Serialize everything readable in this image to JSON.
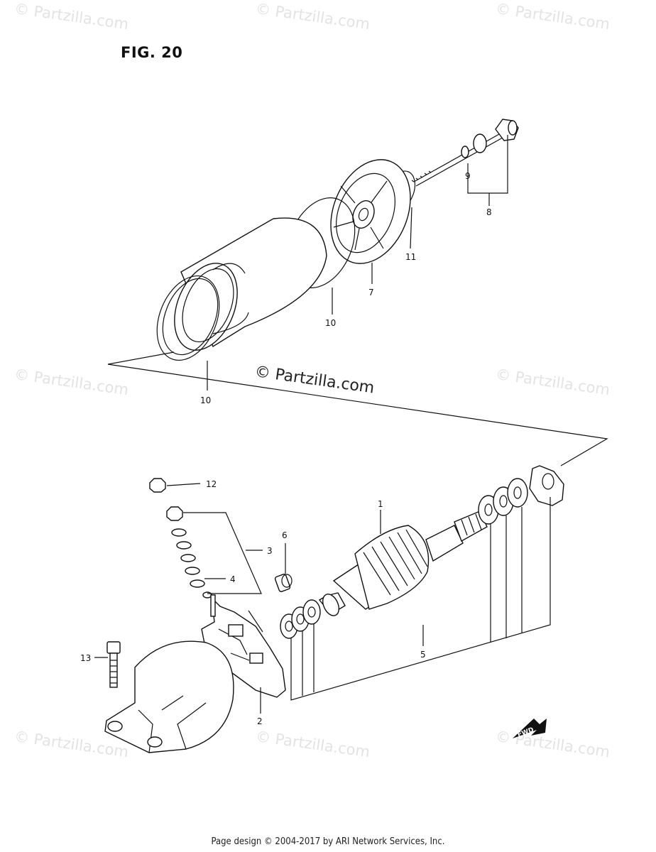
{
  "figure": {
    "title": "FIG. 20"
  },
  "watermarks": {
    "text": "© Partzilla.com",
    "center_text": "© Partzilla.com"
  },
  "callouts": {
    "c1": "1",
    "c2": "2",
    "c3": "3",
    "c4": "4",
    "c5": "5",
    "c6": "6",
    "c7": "7",
    "c8": "8",
    "c9": "9",
    "c10a": "10",
    "c10b": "10",
    "c11": "11",
    "c12": "12",
    "c13": "13"
  },
  "fwd_badge": "FWD",
  "footer": {
    "text": "Page design © 2004-2017 by ARI Network Services, Inc."
  }
}
